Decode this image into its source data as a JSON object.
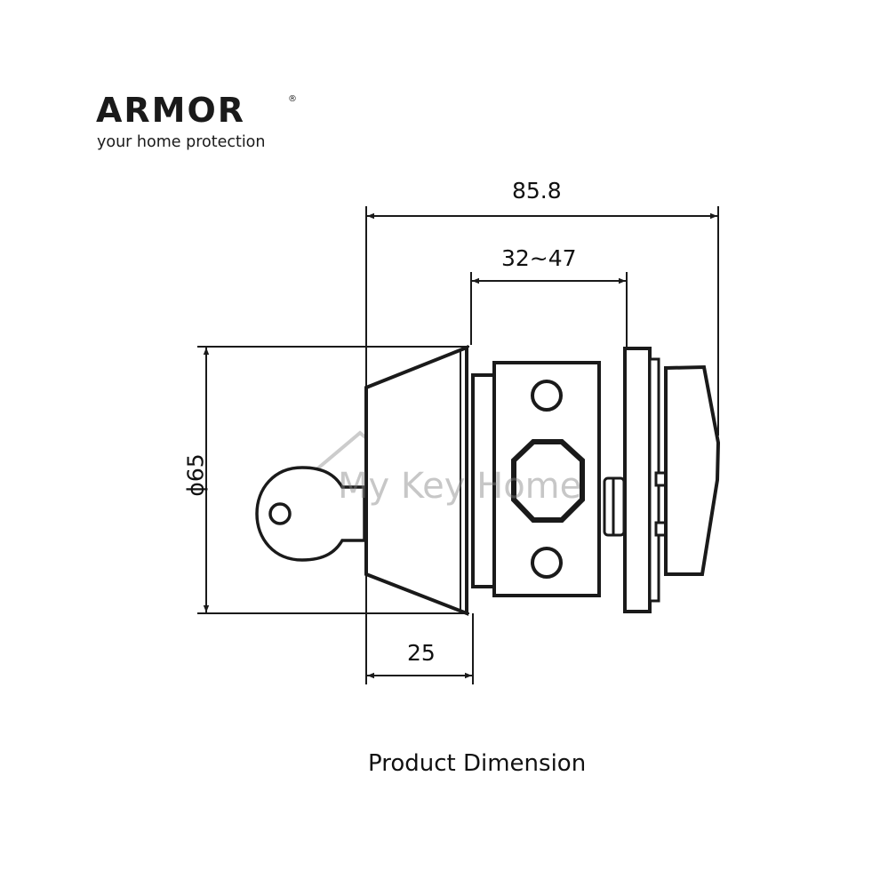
{
  "brand": {
    "name": "ARMOR",
    "registered_mark": "®",
    "tagline": "your home protection"
  },
  "dimensions": {
    "overall_length": "85.8",
    "door_thickness_range": "32~47",
    "cylinder_depth": "25",
    "rose_diameter": "ϕ65"
  },
  "watermark": "My Key Home",
  "caption": "Product Dimension",
  "colors": {
    "line": "#1a1a1a",
    "watermark": "#8a8a8a"
  }
}
